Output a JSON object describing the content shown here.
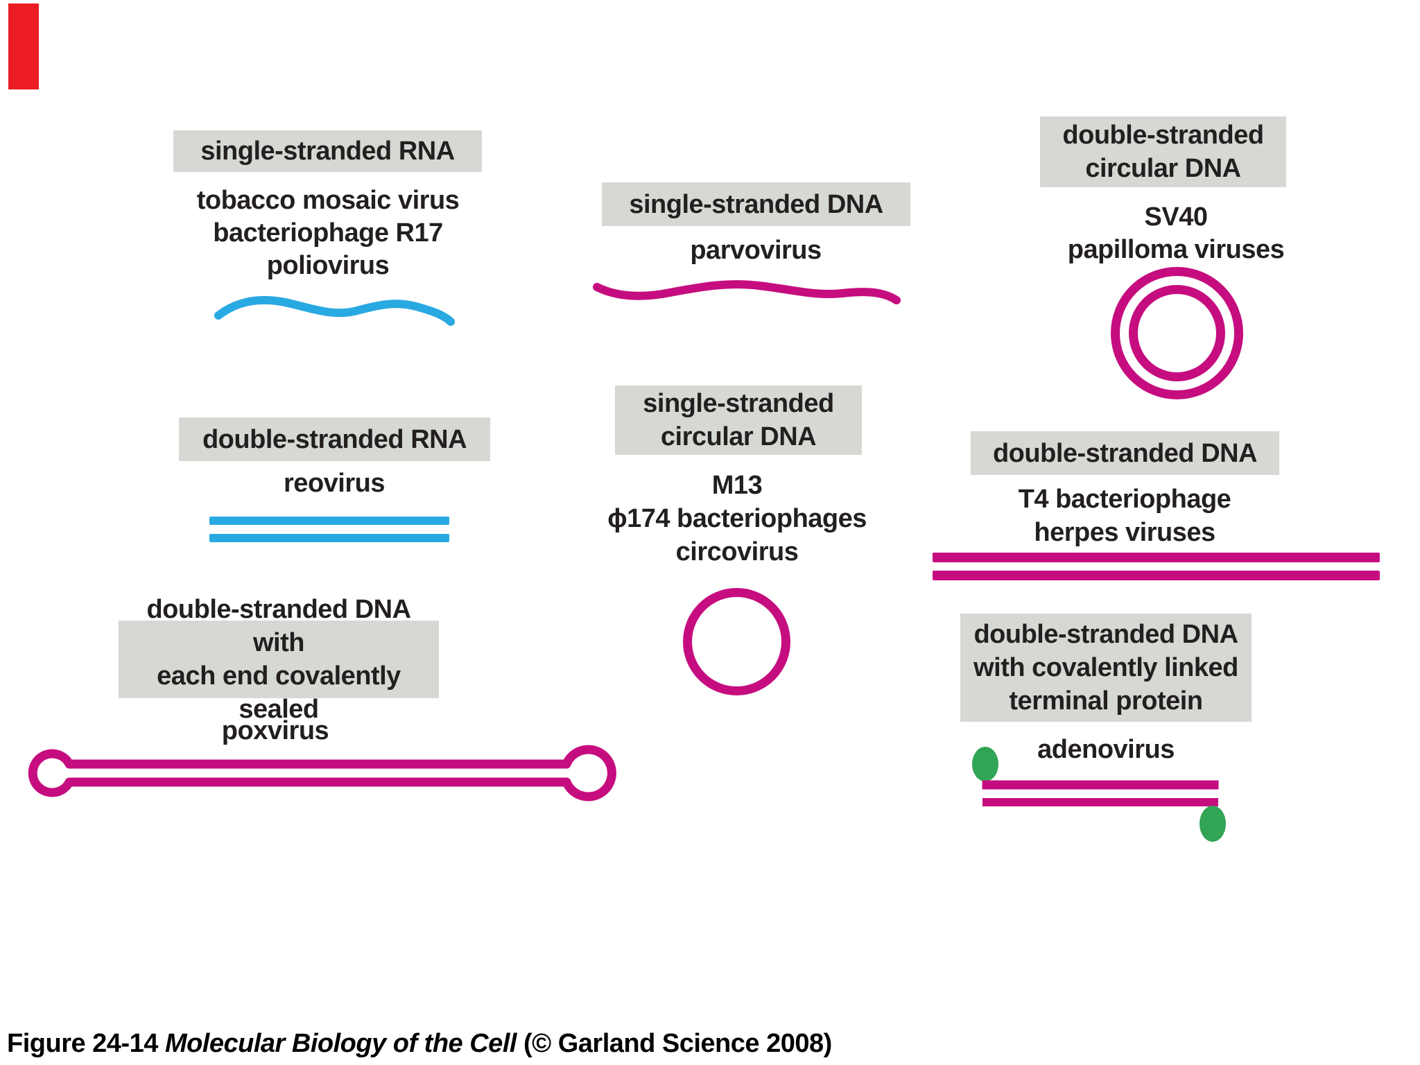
{
  "colors": {
    "slide_accent_red": "#ec1c24",
    "label_background": "#d6d8d3",
    "label_text": "#231f20",
    "rna_blue": "#29a9e1",
    "dna_magenta": "#c60d7f",
    "terminal_protein_green": "#31a456",
    "caption_text": "#000000"
  },
  "sections": [
    {
      "id": "ss-rna",
      "label": "single-stranded RNA",
      "names": [
        "tobacco mosaic virus",
        "bacteriophage R17",
        "poliovirus"
      ],
      "structure": "wavy-single-strand",
      "structure_color": "rna_blue"
    },
    {
      "id": "ds-rna",
      "label": "double-stranded RNA",
      "names": [
        "reovirus"
      ],
      "structure": "two-parallel-strands",
      "structure_color": "rna_blue"
    },
    {
      "id": "ds-dna-sealed",
      "label": "double-stranded DNA with\neach end covalently sealed",
      "names": [
        "poxvirus"
      ],
      "structure": "double-strand-hairpin-loops-both-ends",
      "structure_color": "dna_magenta"
    },
    {
      "id": "ss-dna",
      "label": "single-stranded DNA",
      "names": [
        "parvovirus"
      ],
      "structure": "wavy-single-strand",
      "structure_color": "dna_magenta"
    },
    {
      "id": "ss-circular-dna",
      "label": "single-stranded\ncircular DNA",
      "names": [
        "M13",
        "ϕ174 bacteriophages",
        "circovirus"
      ],
      "structure": "single-circle",
      "structure_color": "dna_magenta"
    },
    {
      "id": "ds-circular-dna",
      "label": "double-stranded\ncircular DNA",
      "names": [
        "SV40",
        "papilloma viruses"
      ],
      "structure": "double-concentric-circles",
      "structure_color": "dna_magenta"
    },
    {
      "id": "ds-dna",
      "label": "double-stranded DNA",
      "names": [
        "T4 bacteriophage",
        "herpes viruses"
      ],
      "structure": "two-parallel-strands",
      "structure_color": "dna_magenta"
    },
    {
      "id": "ds-dna-terminal-protein",
      "label": "double-stranded DNA\nwith covalently linked\nterminal protein",
      "names": [
        "adenovirus"
      ],
      "structure": "two-parallel-strands-with-terminal-proteins",
      "structure_color": "dna_magenta",
      "protein_color": "terminal_protein_green"
    }
  ],
  "caption": {
    "figure_label": "Figure 24-14",
    "book_title": "Molecular Biology of the Cell",
    "credit": "(© Garland Science 2008)"
  }
}
